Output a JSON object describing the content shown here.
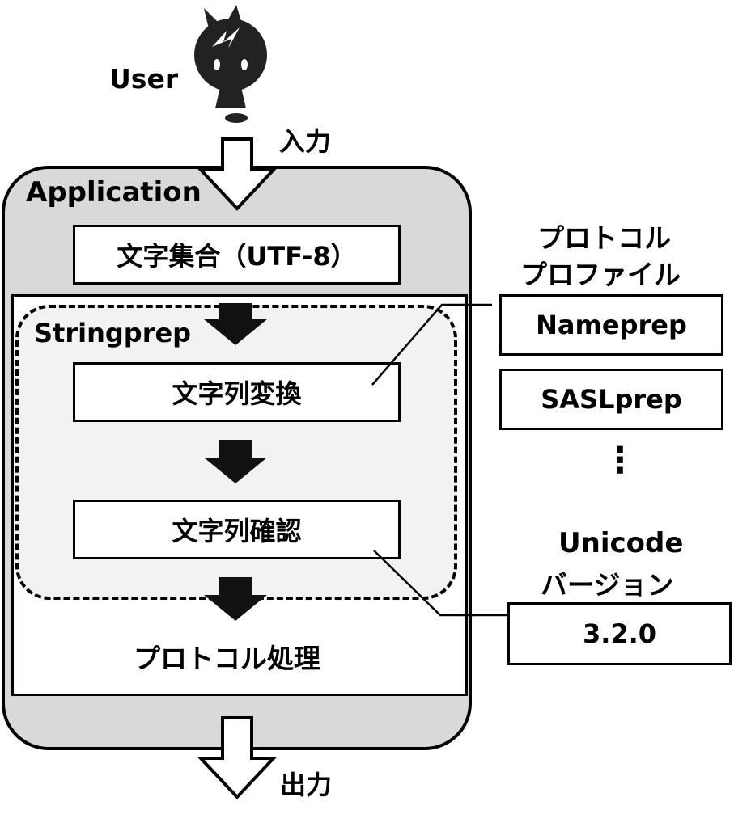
{
  "user": {
    "label": "User",
    "icon": "user-avatar-icon"
  },
  "flow": {
    "input_label": "入力",
    "output_label": "出力"
  },
  "application": {
    "title": "Application",
    "charset_box": "文字集合（UTF-8）",
    "protocol_processing": "プロトコル処理"
  },
  "stringprep": {
    "title": "Stringprep",
    "step_convert": "文字列変換",
    "step_check": "文字列確認"
  },
  "profiles": {
    "heading_line1": "プロトコル",
    "heading_line2": "プロファイル",
    "items": [
      "Nameprep",
      "SASLprep"
    ],
    "more": "⋮"
  },
  "unicode": {
    "heading_line1": "Unicode",
    "heading_line2": "バージョン",
    "version": "3.2.0"
  }
}
